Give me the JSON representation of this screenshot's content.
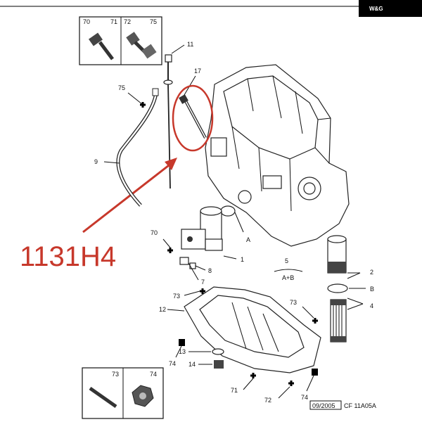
{
  "brand": {
    "badge_text": "W&G",
    "badge_color": "#000000"
  },
  "highlight": {
    "part_number": "1131H4",
    "color": "#c7382b"
  },
  "fastener_box_top": {
    "labels": [
      "70",
      "71",
      "72",
      "75"
    ]
  },
  "fastener_box_bottom": {
    "labels": [
      "73",
      "74"
    ]
  },
  "callouts": {
    "c11": "11",
    "c17": "17",
    "c75": "75",
    "c9": "9",
    "cA_upper": "A",
    "c70": "70",
    "c1": "1",
    "c8": "8",
    "c7": "7",
    "c5": "5",
    "cAB": "A+B",
    "c2": "2",
    "cB": "B",
    "c4": "4",
    "c73_left": "73",
    "c12": "12",
    "c73_right": "73",
    "c13": "13",
    "c14": "14",
    "c74_left": "74",
    "c71": "71",
    "c72": "72",
    "c74_right": "74"
  },
  "footer": {
    "date": "09/2005",
    "code": "CF 11A05A"
  }
}
